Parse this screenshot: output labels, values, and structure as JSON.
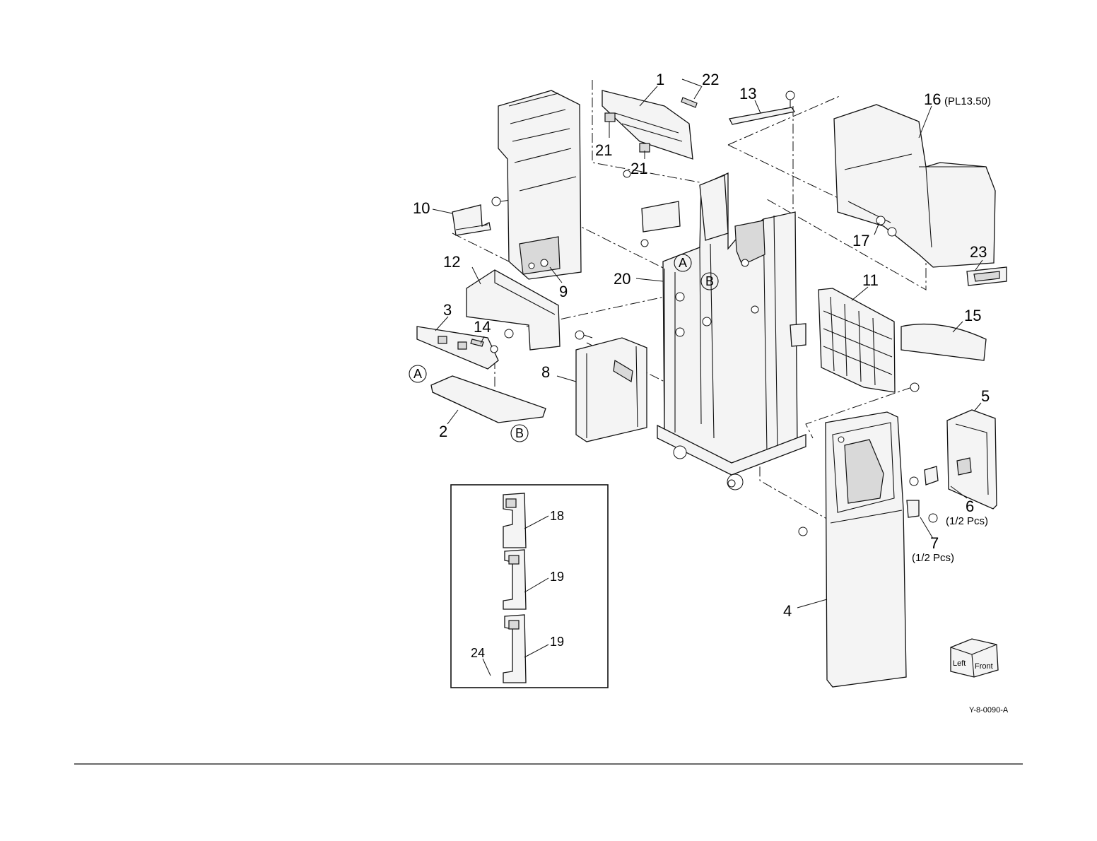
{
  "callouts": {
    "c1": "1",
    "c2": "2",
    "c3": "3",
    "c4": "4",
    "c5": "5",
    "c6": "6",
    "c6_note": "(1/2 Pcs)",
    "c7": "7",
    "c7_note": "(1/2 Pcs)",
    "c8": "8",
    "c9": "9",
    "c10": "10",
    "c11": "11",
    "c12": "12",
    "c13": "13",
    "c14": "14",
    "c15": "15",
    "c16": "16",
    "c16_note": "(PL13.50)",
    "c17": "17",
    "c18": "18",
    "c19a": "19",
    "c19b": "19",
    "c20": "20",
    "c21a": "21",
    "c21b": "21",
    "c22": "22",
    "c23": "23",
    "c24": "24"
  },
  "connectors": {
    "a_top": "A",
    "b_top": "B",
    "a_bottom": "A",
    "b_bottom": "B"
  },
  "orientation_cube": {
    "left": "Left",
    "front": "Front"
  },
  "figure_ref": "Y-8-0090-A"
}
